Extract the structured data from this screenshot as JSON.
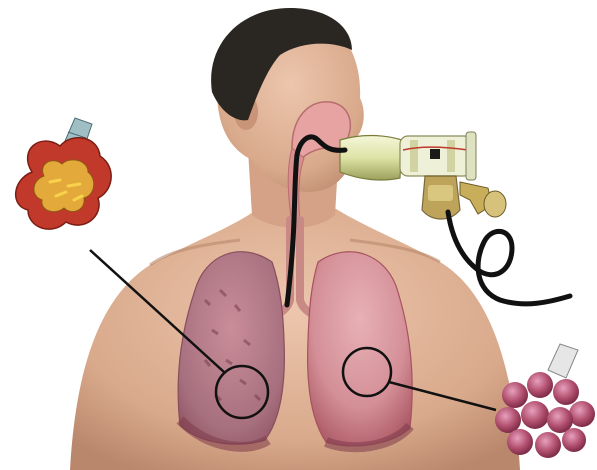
{
  "scene": {
    "subject": "respiratory-anatomy-with-breathing-apparatus",
    "background_color": "#ffffff",
    "colors": {
      "skin": "#dcae91",
      "skin_shadow": "#b9876c",
      "hair": "#2a2622",
      "lung": "#d48f97",
      "lung_dark": "#a6525f",
      "airway": "#c98a86",
      "mouthpiece_tube": "#e6ebb8",
      "valve_housing": "#b89a4a",
      "wire": "#111111",
      "diseased_tissue": "#c0392b",
      "diseased_inner": "#f2c230",
      "healthy_alveoli": "#b2506f"
    },
    "callouts": [
      {
        "id": "left-lung-region",
        "detail_icon": "diseased-alveolus-icon"
      },
      {
        "id": "right-lung-region",
        "detail_icon": "healthy-alveoli-cluster-icon"
      }
    ],
    "labels": []
  }
}
